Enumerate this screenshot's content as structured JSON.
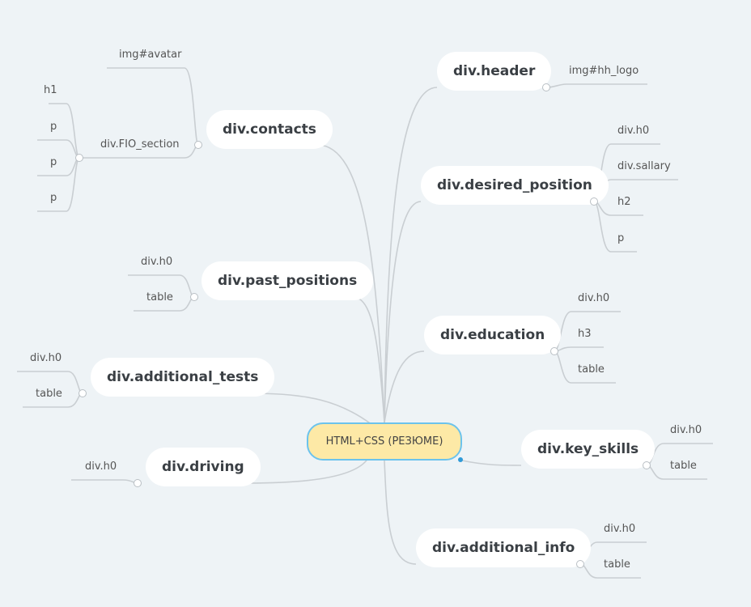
{
  "root": {
    "label": "HTML+CSS (РЕЗЮМЕ)"
  },
  "topics": [
    {
      "id": "header",
      "label": "div.header",
      "children": [
        "img#hh_logo"
      ]
    },
    {
      "id": "desired_position",
      "label": "div.desired_position",
      "children": [
        "div.h0",
        "div.sallary",
        "h2",
        "p"
      ]
    },
    {
      "id": "education",
      "label": "div.education",
      "children": [
        "div.h0",
        "h3",
        "table"
      ]
    },
    {
      "id": "key_skills",
      "label": "div.key_skills",
      "children": [
        "div.h0",
        "table"
      ]
    },
    {
      "id": "additional_info",
      "label": "div.additional_info",
      "children": [
        "div.h0",
        "table"
      ]
    },
    {
      "id": "contacts",
      "label": "div.contacts",
      "children": [
        "img#avatar",
        "div.FIO_section"
      ]
    },
    {
      "id": "fio_section",
      "label": "div.FIO_section",
      "children": [
        "h1",
        "p",
        "p",
        "p"
      ]
    },
    {
      "id": "past_positions",
      "label": "div.past_positions",
      "children": [
        "div.h0",
        "table"
      ]
    },
    {
      "id": "additional_tests",
      "label": "div.additional_tests",
      "children": [
        "div.h0",
        "table"
      ]
    },
    {
      "id": "driving",
      "label": "div.driving",
      "children": [
        "div.h0"
      ]
    }
  ]
}
